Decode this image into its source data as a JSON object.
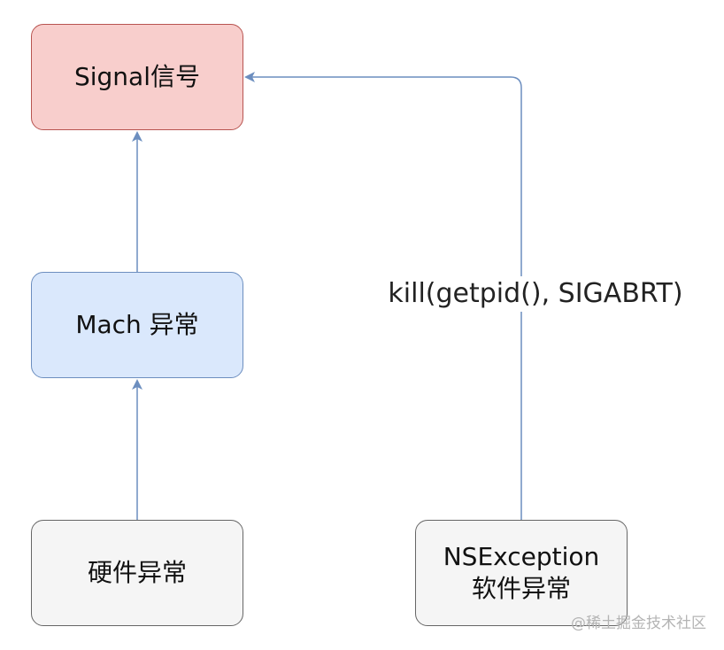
{
  "colors": {
    "signal_fill": "#f8cecc",
    "mach_fill": "#dae8fc",
    "neutral_fill": "#f5f5f5",
    "edge": "#6c8ebf"
  },
  "nodes": {
    "signal": {
      "label": "Signal信号"
    },
    "mach": {
      "label": "Mach 异常"
    },
    "hardware": {
      "label": "硬件异常"
    },
    "nsexception": {
      "line1": "NSException",
      "line2": "软件异常"
    }
  },
  "edges": {
    "kill_label": "kill(getpid(), SIGABRT)"
  },
  "watermark": "@稀土掘金技术社区"
}
